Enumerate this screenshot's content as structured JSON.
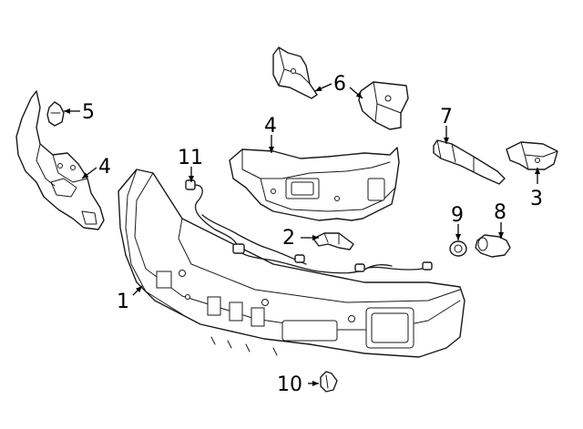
{
  "callouts": [
    {
      "id": "c1",
      "number": "1"
    },
    {
      "id": "c2",
      "number": "2"
    },
    {
      "id": "c3",
      "number": "3"
    },
    {
      "id": "c4a",
      "number": "4"
    },
    {
      "id": "c4b",
      "number": "4"
    },
    {
      "id": "c5",
      "number": "5"
    },
    {
      "id": "c6",
      "number": "6"
    },
    {
      "id": "c7",
      "number": "7"
    },
    {
      "id": "c8",
      "number": "8"
    },
    {
      "id": "c9",
      "number": "9"
    },
    {
      "id": "c10",
      "number": "10"
    },
    {
      "id": "c11",
      "number": "11"
    }
  ],
  "colors": {
    "line": "#1a1a1a",
    "background": "#ffffff"
  }
}
